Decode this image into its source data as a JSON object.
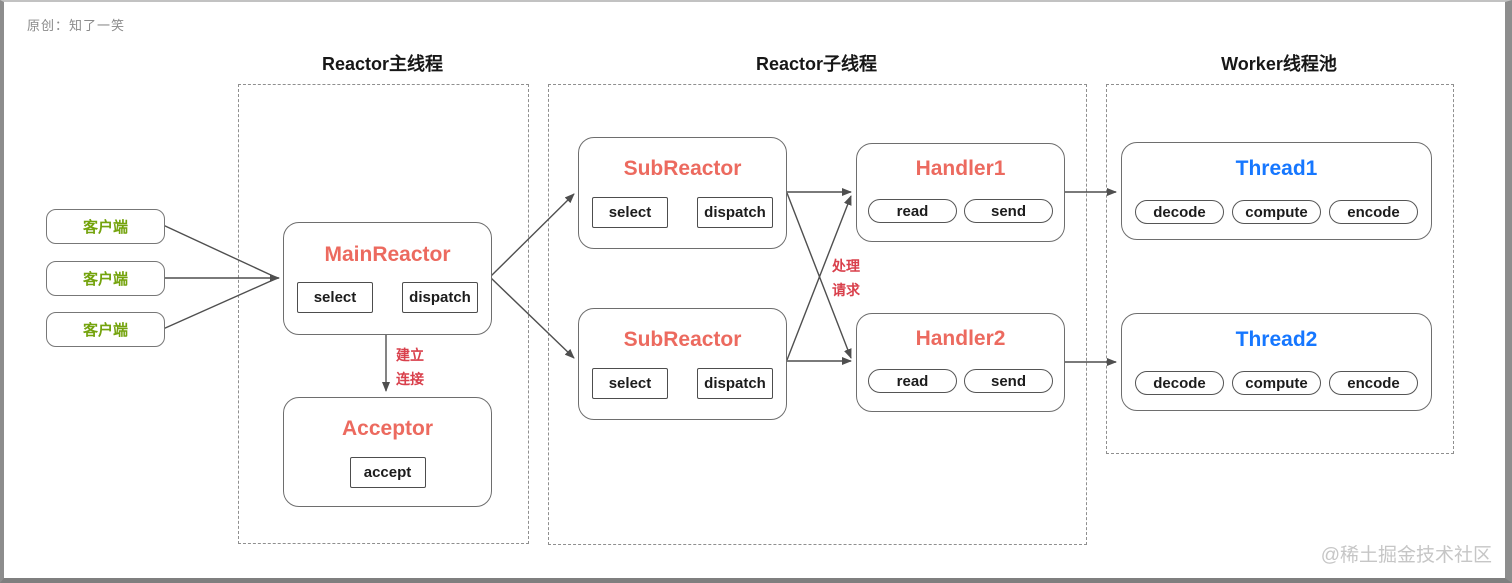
{
  "credit": "原创：知了一笑",
  "watermark": "@稀土掘金技术社区",
  "colors": {
    "node_title_red": "#ec6a5f",
    "edge_label_red": "#d9404c",
    "client_green": "#74a30d",
    "thread_blue": "#1677ff"
  },
  "sections": [
    {
      "title": "Reactor主线程"
    },
    {
      "title": "Reactor子线程"
    },
    {
      "title": "Worker线程池"
    }
  ],
  "clients": [
    {
      "label": "客户端"
    },
    {
      "label": "客户端"
    },
    {
      "label": "客户端"
    }
  ],
  "main_reactor": {
    "title": "MainReactor",
    "ops": [
      "select",
      "dispatch"
    ]
  },
  "acceptor": {
    "title": "Acceptor",
    "ops": [
      "accept"
    ]
  },
  "sub_reactors": [
    {
      "title": "SubReactor",
      "ops": [
        "select",
        "dispatch"
      ]
    },
    {
      "title": "SubReactor",
      "ops": [
        "select",
        "dispatch"
      ]
    }
  ],
  "handlers": [
    {
      "title": "Handler1",
      "ops": [
        "read",
        "send"
      ]
    },
    {
      "title": "Handler2",
      "ops": [
        "read",
        "send"
      ]
    }
  ],
  "threads": [
    {
      "title": "Thread1",
      "ops": [
        "decode",
        "compute",
        "encode"
      ]
    },
    {
      "title": "Thread2",
      "ops": [
        "decode",
        "compute",
        "encode"
      ]
    }
  ],
  "edge_labels": {
    "establish": [
      "建立",
      "连接"
    ],
    "request": [
      "处理",
      "请求"
    ]
  }
}
